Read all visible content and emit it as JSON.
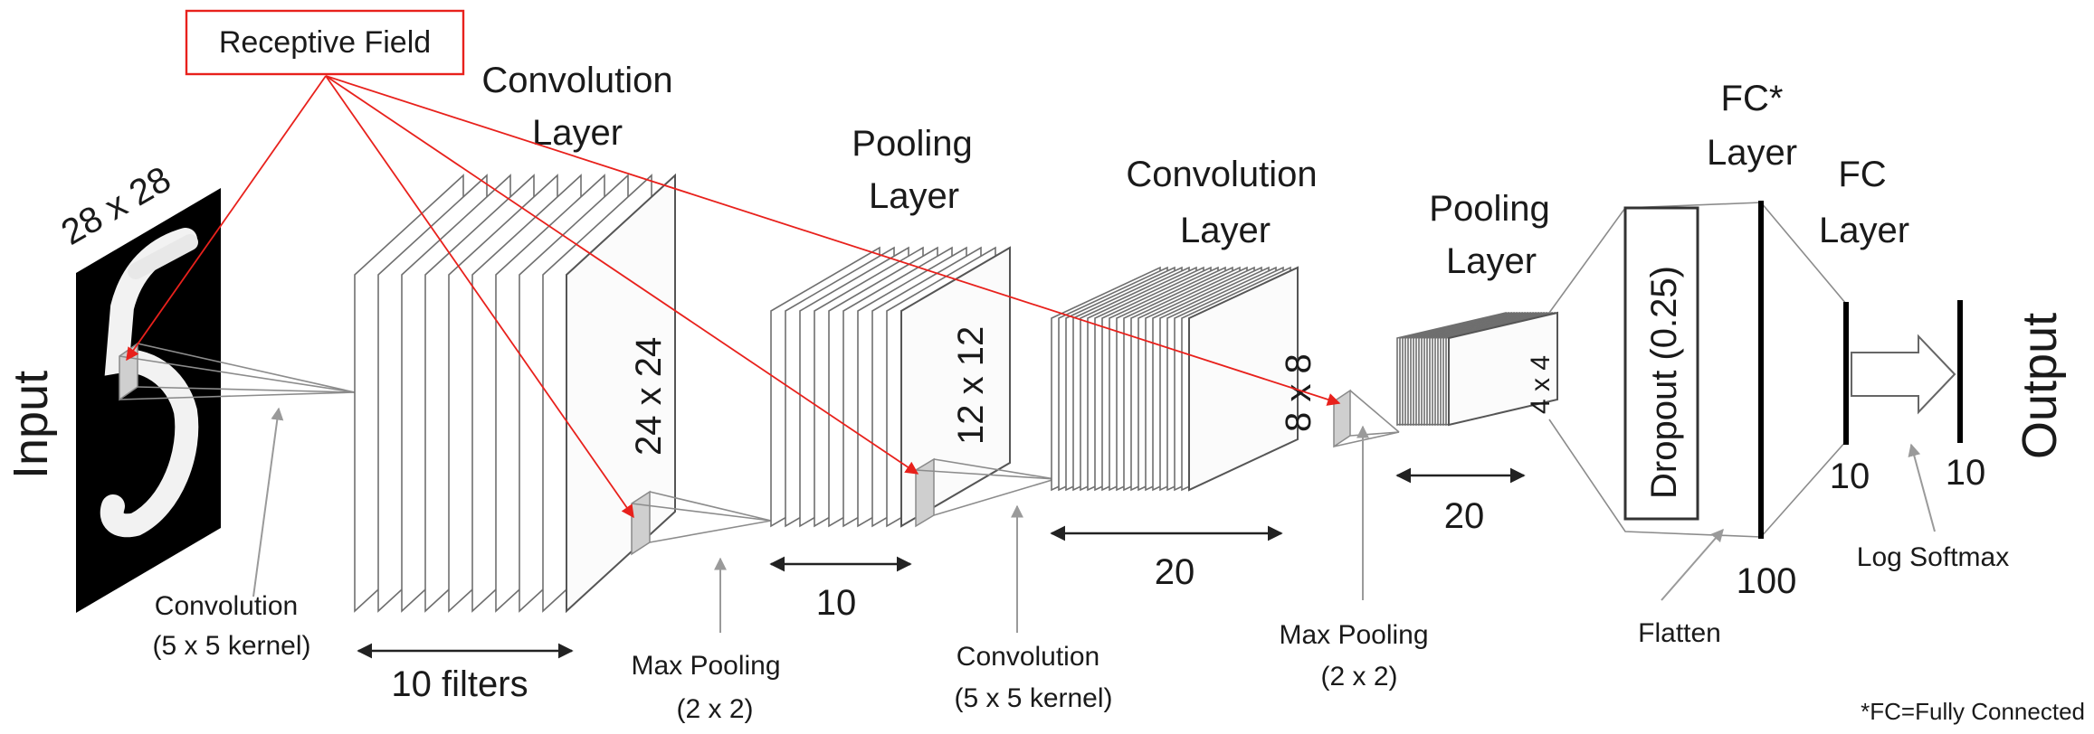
{
  "title": {
    "receptive_field": "Receptive Field"
  },
  "layers": {
    "input": {
      "side_label": "Input",
      "size": "28 x 28"
    },
    "conv1": {
      "title_line1": "Convolution",
      "title_line2": "Layer",
      "size": "24 x 24",
      "count": "10 filters",
      "op_line1": "Convolution",
      "op_line2": "(5 x 5 kernel)"
    },
    "pool1": {
      "title_line1": "Pooling",
      "title_line2": "Layer",
      "size": "12 x 12",
      "count": "10",
      "op_line1": "Max Pooling",
      "op_line2": "(2 x 2)"
    },
    "conv2": {
      "title_line1": "Convolution",
      "title_line2": "Layer",
      "size": "8 x 8",
      "count": "20",
      "op_line1": "Convolution",
      "op_line2": "(5 x 5 kernel)"
    },
    "pool2": {
      "title_line1": "Pooling",
      "title_line2": "Layer",
      "size": "4 x 4",
      "count": "20",
      "op_line1": "Max Pooling",
      "op_line2": "(2 x 2)"
    },
    "fc1": {
      "title_line1": "FC*",
      "title_line2": "Layer",
      "dropout": "Dropout (0.25)",
      "units": "100",
      "flatten": "Flatten"
    },
    "fc2": {
      "title_line1": "FC",
      "title_line2": "Layer",
      "units": "10",
      "activation": "Log Softmax"
    },
    "output": {
      "side_label": "Output",
      "units": "10"
    }
  },
  "footnote": "*FC=Fully Connected",
  "colors": {
    "accent_red": "#e8211c",
    "sheet_stroke": "#6f6f6f",
    "kernel_fill": "#cfcfcf"
  }
}
